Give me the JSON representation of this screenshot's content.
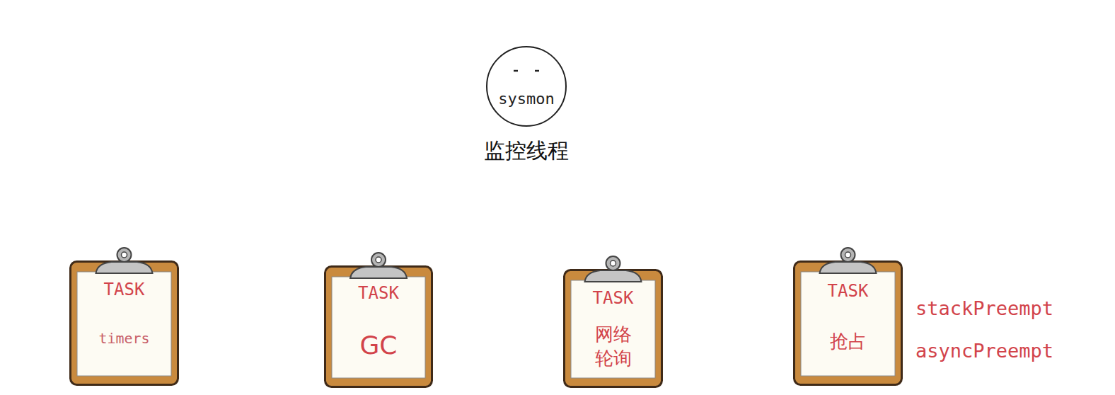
{
  "diagram": {
    "nodes": [
      {
        "text": [
          "sysmon",
          "监控线程"
        ]
      },
      {
        "text": [
          "TASK",
          "timers"
        ]
      },
      {
        "text": [
          "TASK",
          "GC"
        ]
      },
      {
        "text": [
          "TASK",
          "网络 轮询"
        ]
      },
      {
        "text": [
          "TASK",
          "抢占"
        ]
      }
    ],
    "labels": [
      "stackPreempt",
      "asyncPreempt"
    ]
  }
}
